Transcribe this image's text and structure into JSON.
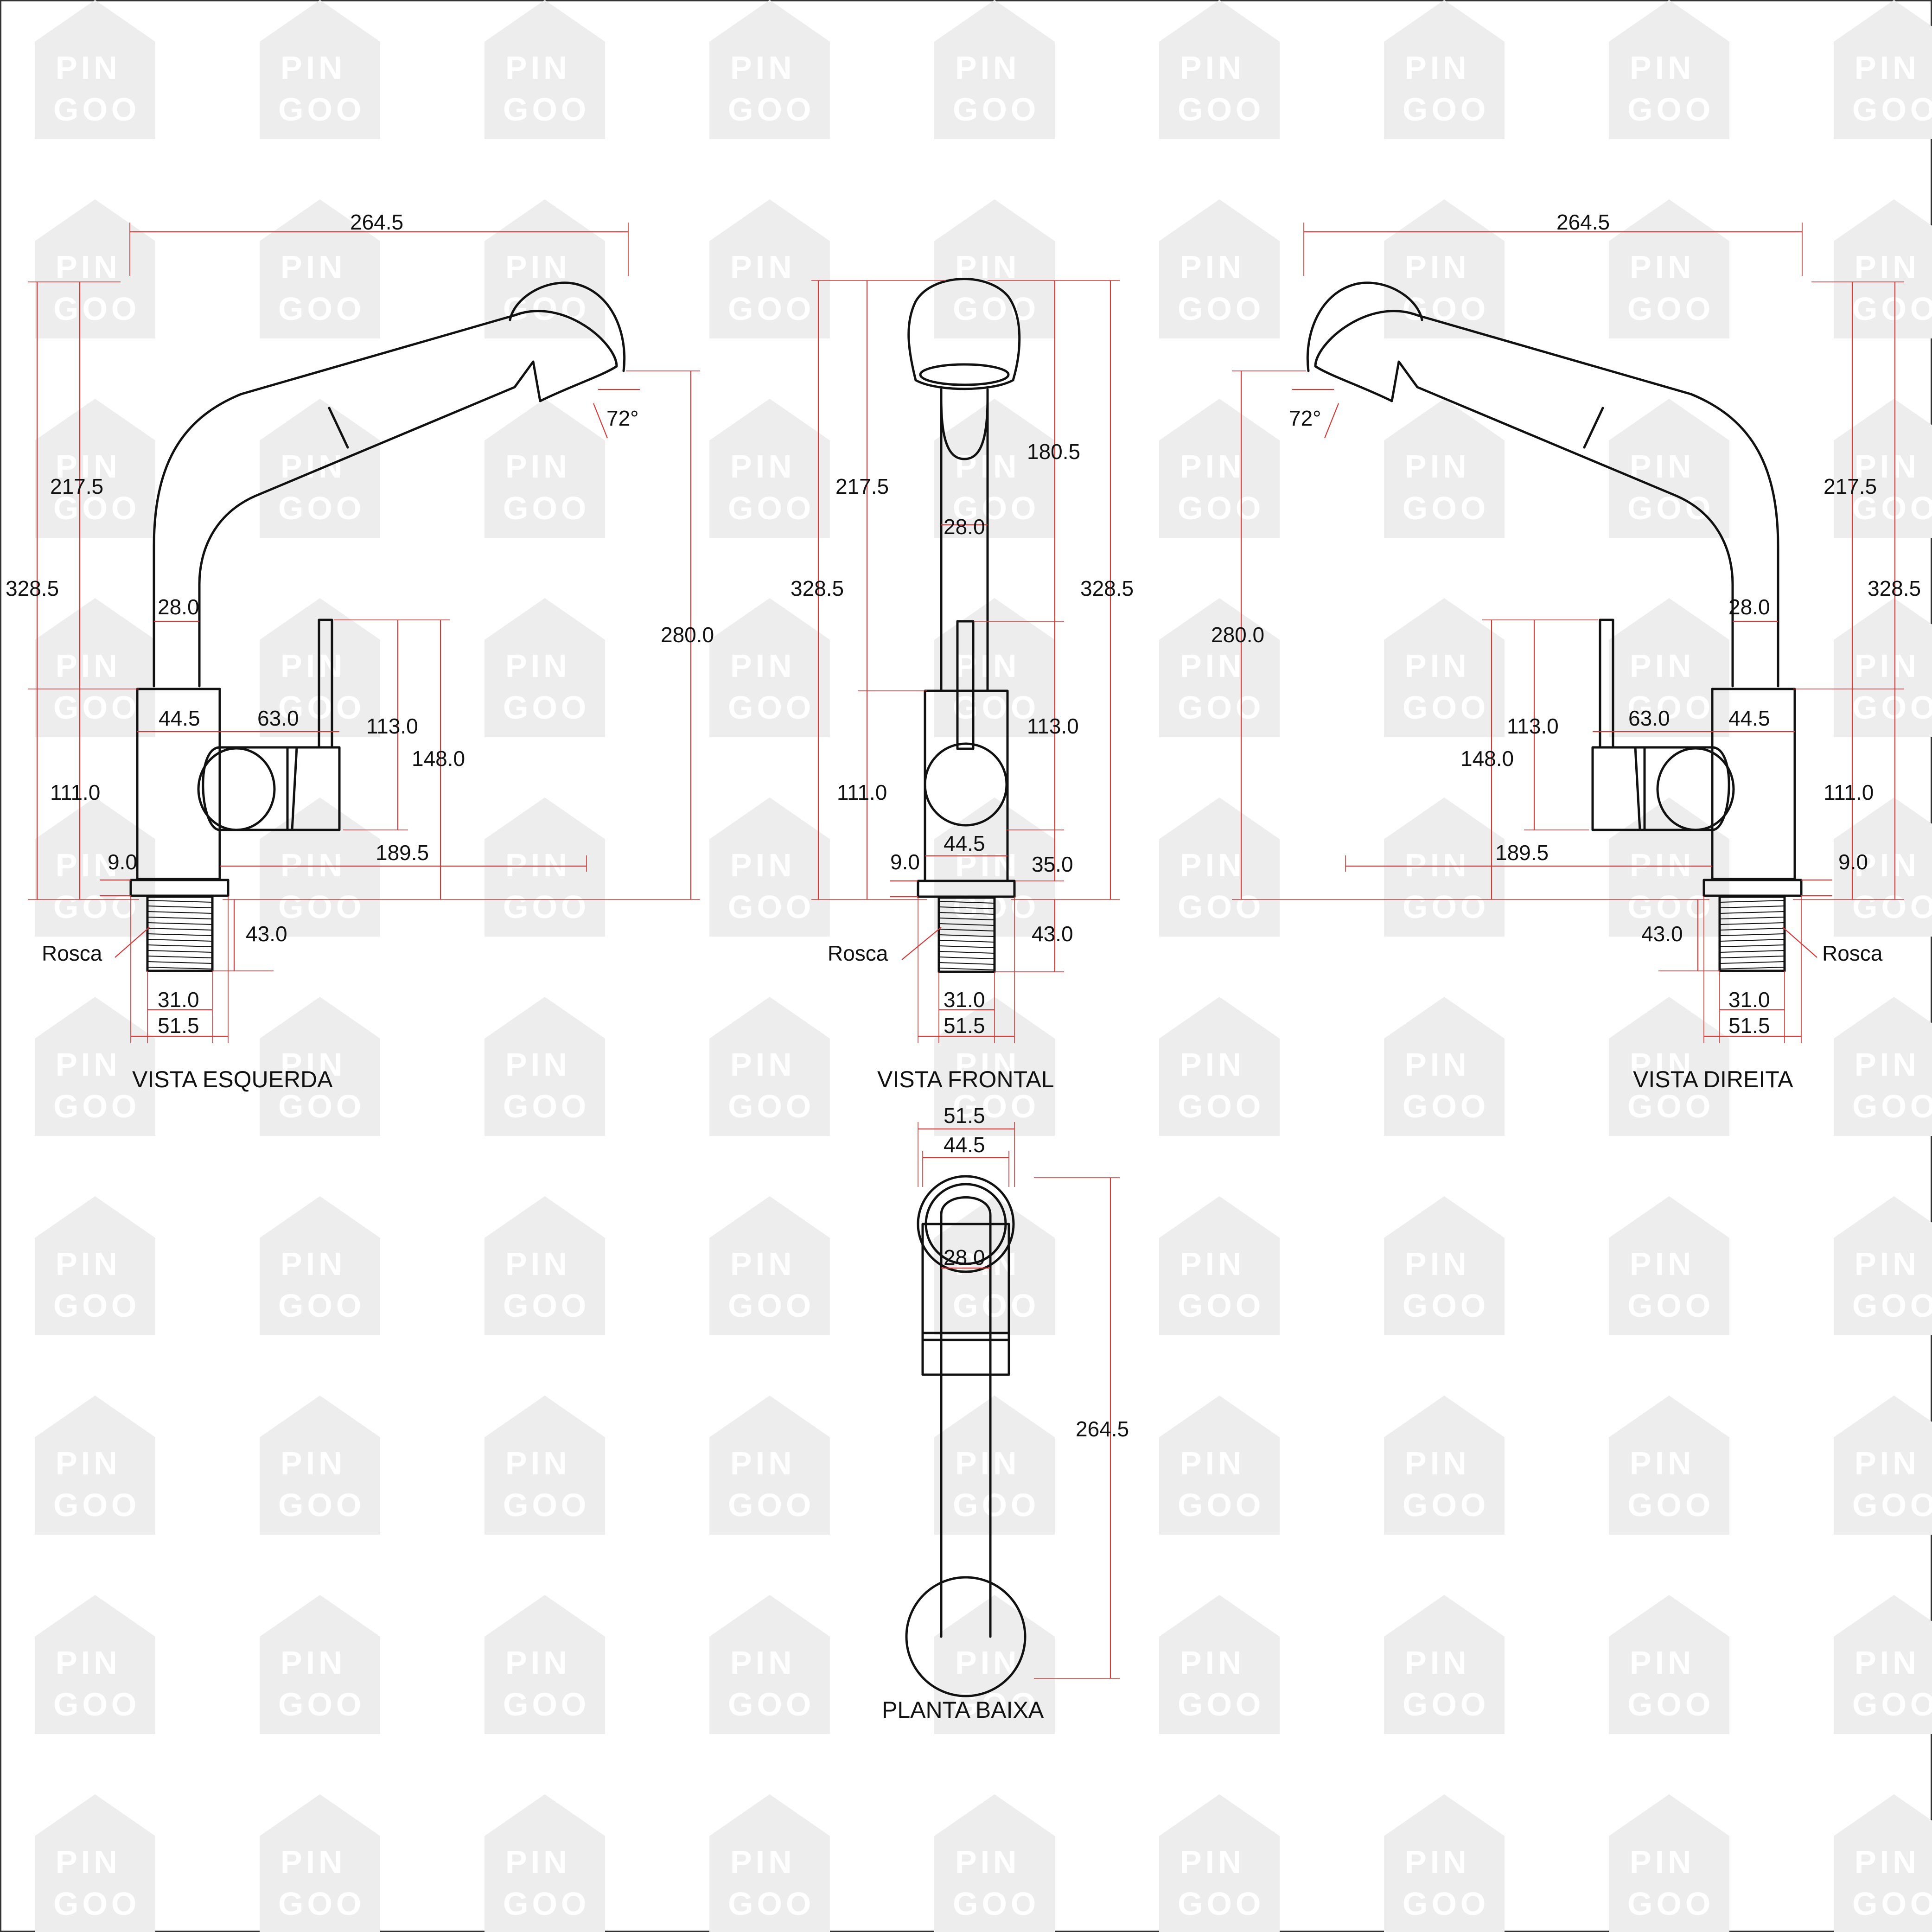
{
  "watermark": {
    "line1": "PIN",
    "line2": "GOO",
    "color": "#ededed"
  },
  "colors": {
    "outline": "#111111",
    "dimension": "#d23a3a",
    "background": "#ffffff"
  },
  "views": {
    "left": {
      "title": "VISTA ESQUERDA",
      "dims": {
        "spout_length": "264.5",
        "upper_height": "217.5",
        "total_height": "328.5",
        "spout_tube": "28.0",
        "body_width": "44.5",
        "lever_length": "63.0",
        "lever_height": "113.0",
        "handle_height": "148.0",
        "outlet_height": "280.0",
        "body_height": "111.0",
        "base_height": "9.0",
        "reach": "189.5",
        "thread_length": "43.0",
        "thread_diameter": "31.0",
        "base_diameter": "51.5",
        "angle": "72°",
        "thread_label": "Rosca"
      }
    },
    "front": {
      "title": "VISTA FRONTAL",
      "dims": {
        "upper_height": "217.5",
        "total_height": "328.5",
        "spout_rise": "180.5",
        "total_height_right": "328.5",
        "spout_tube": "28.0",
        "lever_height": "113.0",
        "body_height": "111.0",
        "body_width": "44.5",
        "base_height": "9.0",
        "base_to_lever": "35.0",
        "thread_length": "43.0",
        "thread_diameter": "31.0",
        "base_diameter": "51.5",
        "thread_label": "Rosca"
      }
    },
    "right": {
      "title": "VISTA DIREITA",
      "dims": {
        "spout_length": "264.5",
        "upper_height": "217.5",
        "total_height": "328.5",
        "spout_tube": "28.0",
        "body_width": "44.5",
        "lever_length": "63.0",
        "lever_height": "113.0",
        "handle_height": "148.0",
        "outlet_height": "280.0",
        "body_height": "111.0",
        "base_height": "9.0",
        "reach": "189.5",
        "thread_length": "43.0",
        "thread_diameter": "31.0",
        "base_diameter": "51.5",
        "angle": "72°",
        "thread_label": "Rosca"
      }
    },
    "plan": {
      "title": "PLANTA BAIXA",
      "dims": {
        "base_diameter": "51.5",
        "body_width": "44.5",
        "spout_tube": "28.0",
        "spout_length": "264.5"
      }
    }
  }
}
